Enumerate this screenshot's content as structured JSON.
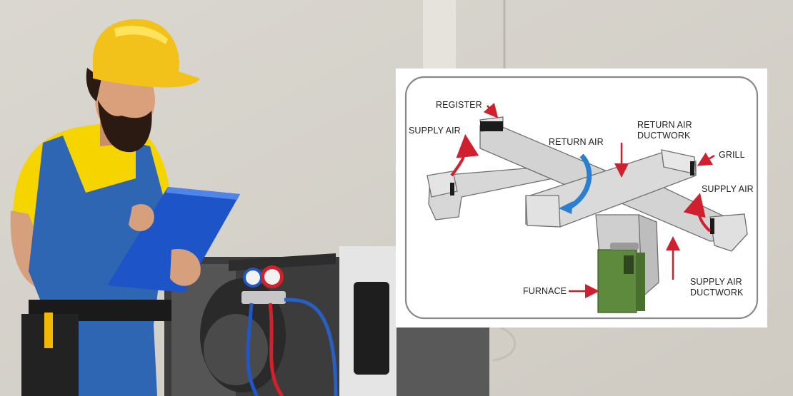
{
  "colors": {
    "wall": "#d9d6cf",
    "hardhat": "#f2c21a",
    "shirt": "#f5d400",
    "overalls": "#2f66b3",
    "clipboard": "#1d55c8",
    "duct_face": "#d7d7d7",
    "duct_side": "#bdbdbd",
    "furnace": "#5e8a3e",
    "arrow_supply": "#d0202f",
    "arrow_return": "#2a7fd0",
    "frame": "#888888"
  },
  "icons": {
    "supply_flow": "curved-red-arrow-icon",
    "return_flow": "curved-blue-arrow-icon"
  },
  "diagram": {
    "labels": {
      "register": "REGISTER",
      "supply_air_left": "SUPPLY AIR",
      "return_air": "RETURN AIR",
      "return_air_ductwork": [
        "RETURN AIR",
        "DUCTWORK"
      ],
      "grill": "GRILL",
      "supply_air_right": "SUPPLY AIR",
      "furnace": "FURNACE",
      "supply_air_ductwork": [
        "SUPPLY AIR",
        "DUCTWORK"
      ]
    }
  }
}
